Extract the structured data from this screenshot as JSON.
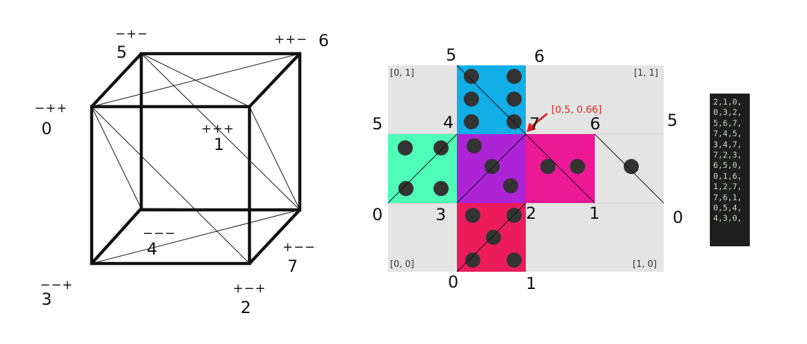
{
  "cube": {
    "vertices": [
      {
        "id": "0",
        "signs": "−++"
      },
      {
        "id": "1",
        "signs": "+++"
      },
      {
        "id": "2",
        "signs": "+−+"
      },
      {
        "id": "3",
        "signs": "−−+"
      },
      {
        "id": "4",
        "signs": "−−−"
      },
      {
        "id": "5",
        "signs": "−+−"
      },
      {
        "id": "6",
        "signs": "++−"
      },
      {
        "id": "7",
        "signs": "+−−"
      }
    ]
  },
  "net": {
    "vertex_labels": [
      "5",
      "6",
      "5",
      "4",
      "7",
      "6",
      "5",
      "0",
      "3",
      "2",
      "1",
      "0",
      "0",
      "1"
    ],
    "corner_labels": {
      "top_left": "[0, 1]",
      "top_right": "[1, 1]",
      "bottom_left": "[0, 0]",
      "bottom_right": "[1, 0]"
    },
    "annotation": "[0.5, 0.66]",
    "faces": [
      {
        "name": "top",
        "color": "#11aee8",
        "pips": 6
      },
      {
        "name": "left",
        "color": "#4dfdb8",
        "pips": 4
      },
      {
        "name": "center",
        "color": "#ac24d6",
        "pips": 3
      },
      {
        "name": "right",
        "color": "#ec1895",
        "pips": 2
      },
      {
        "name": "far-right",
        "color": "#e4e4e4",
        "pips": 1
      },
      {
        "name": "bottom",
        "color": "#ec1c5c",
        "pips": 5
      }
    ],
    "background_color": "#e4e4e4",
    "pip_color": "#333333"
  },
  "code": {
    "top_fragment": "",
    "lines": [
      "2,1,0,",
      "0,3,2,",
      "5,6,7,",
      "7,4,5,",
      "3,4,7,",
      "7,2,3,",
      "6,5,0,",
      "0,1,6,",
      "1,2,7,",
      "7,6,1,",
      "0,5,4,",
      "4,3,0,"
    ]
  }
}
